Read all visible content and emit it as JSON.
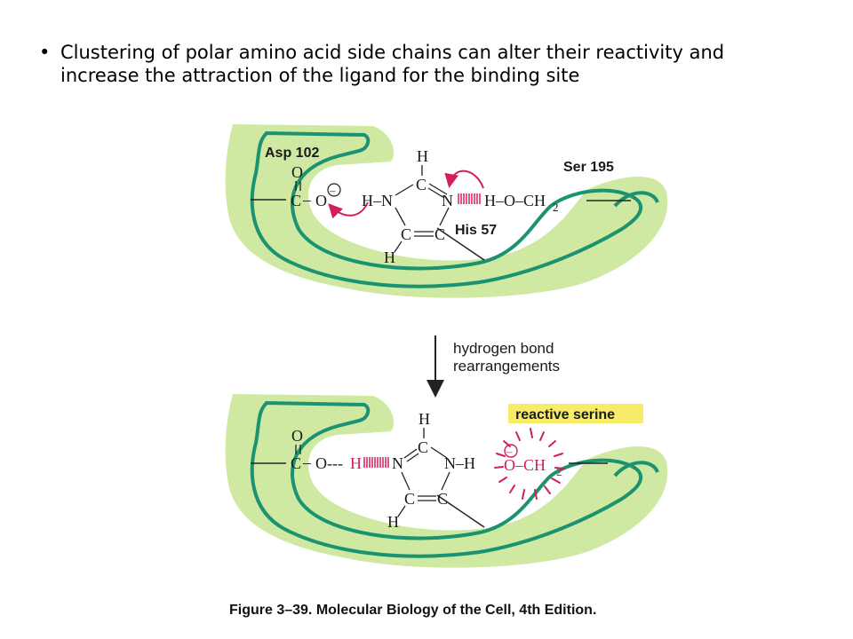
{
  "bullet": {
    "symbol": "•",
    "text": "Clustering of polar amino acid side chains can alter their reactivity and increase the attraction of the ligand for the binding site"
  },
  "colors": {
    "protein_fill": "#cfe8a2",
    "backbone": "#1c9370",
    "accent_red": "#d21e5a",
    "highlight_yellow": "#f7ec67"
  },
  "top_panel": {
    "asp_label": "Asp 102",
    "ser_label": "Ser 195",
    "his_label": "His 57",
    "O_carbonyl": "O",
    "C_carboxyl": "C",
    "dash_left": "–",
    "O_minus": "O",
    "minus": "–",
    "H_N_left": "H–N",
    "H_top": "H",
    "C_top": "C",
    "N_right": "N",
    "H_O_CH2": "H–O–CH",
    "sub2": "2",
    "C_bl": "C",
    "C_br": "C",
    "H_bottom": "H"
  },
  "arrow_text": {
    "line1": "hydrogen bond",
    "line2": "rearrangements"
  },
  "bottom_panel": {
    "highlight_label": "reactive serine",
    "O_carbonyl": "O",
    "C_carboxyl": "C",
    "dash_left": "–",
    "O_dashed": "O---",
    "H_left": "H",
    "N_left": "N",
    "H_top": "H",
    "C_top": "C",
    "N_right": "N–H",
    "minus": "–",
    "O_CH2": "O–CH",
    "sub2": "2",
    "C_bl": "C",
    "C_br": "C",
    "H_bottom": "H"
  },
  "caption": "Figure 3–39. Molecular Biology of the Cell, 4th Edition."
}
